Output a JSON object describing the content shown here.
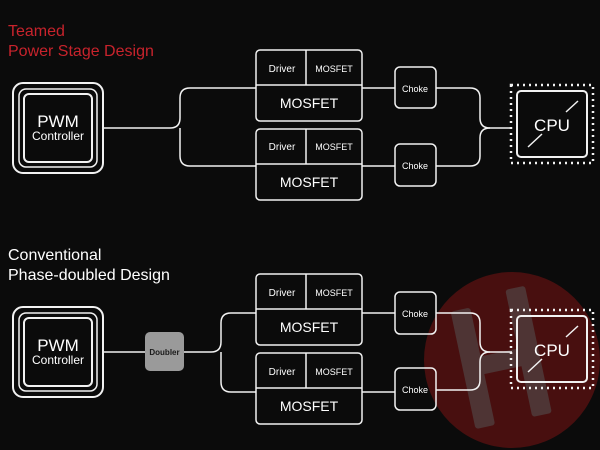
{
  "colors": {
    "background": "#0b0b0b",
    "line": "#f2f2f2",
    "title_teamed": "#c8232c",
    "title_conventional": "#ffffff",
    "doubler_fill": "#9a9a9a",
    "watermark": "#7a1414"
  },
  "teamed": {
    "title_line1": "Teamed",
    "title_line2": "Power Stage Design",
    "controller": {
      "line1": "PWM",
      "line2": "Controller"
    },
    "stage_top": {
      "driver": "Driver",
      "mosfet_small": "MOSFET",
      "mosfet": "MOSFET",
      "choke": "Choke"
    },
    "stage_bottom": {
      "driver": "Driver",
      "mosfet_small": "MOSFET",
      "mosfet": "MOSFET",
      "choke": "Choke"
    },
    "cpu": "CPU"
  },
  "conventional": {
    "title_line1": "Conventional",
    "title_line2": "Phase-doubled Design",
    "controller": {
      "line1": "PWM",
      "line2": "Controller"
    },
    "doubler": "Doubler",
    "stage_top": {
      "driver": "Driver",
      "mosfet_small": "MOSFET",
      "mosfet": "MOSFET",
      "choke": "Choke"
    },
    "stage_bottom": {
      "driver": "Driver",
      "mosfet_small": "MOSFET",
      "mosfet": "MOSFET",
      "choke": "Choke"
    },
    "cpu": "CPU"
  }
}
